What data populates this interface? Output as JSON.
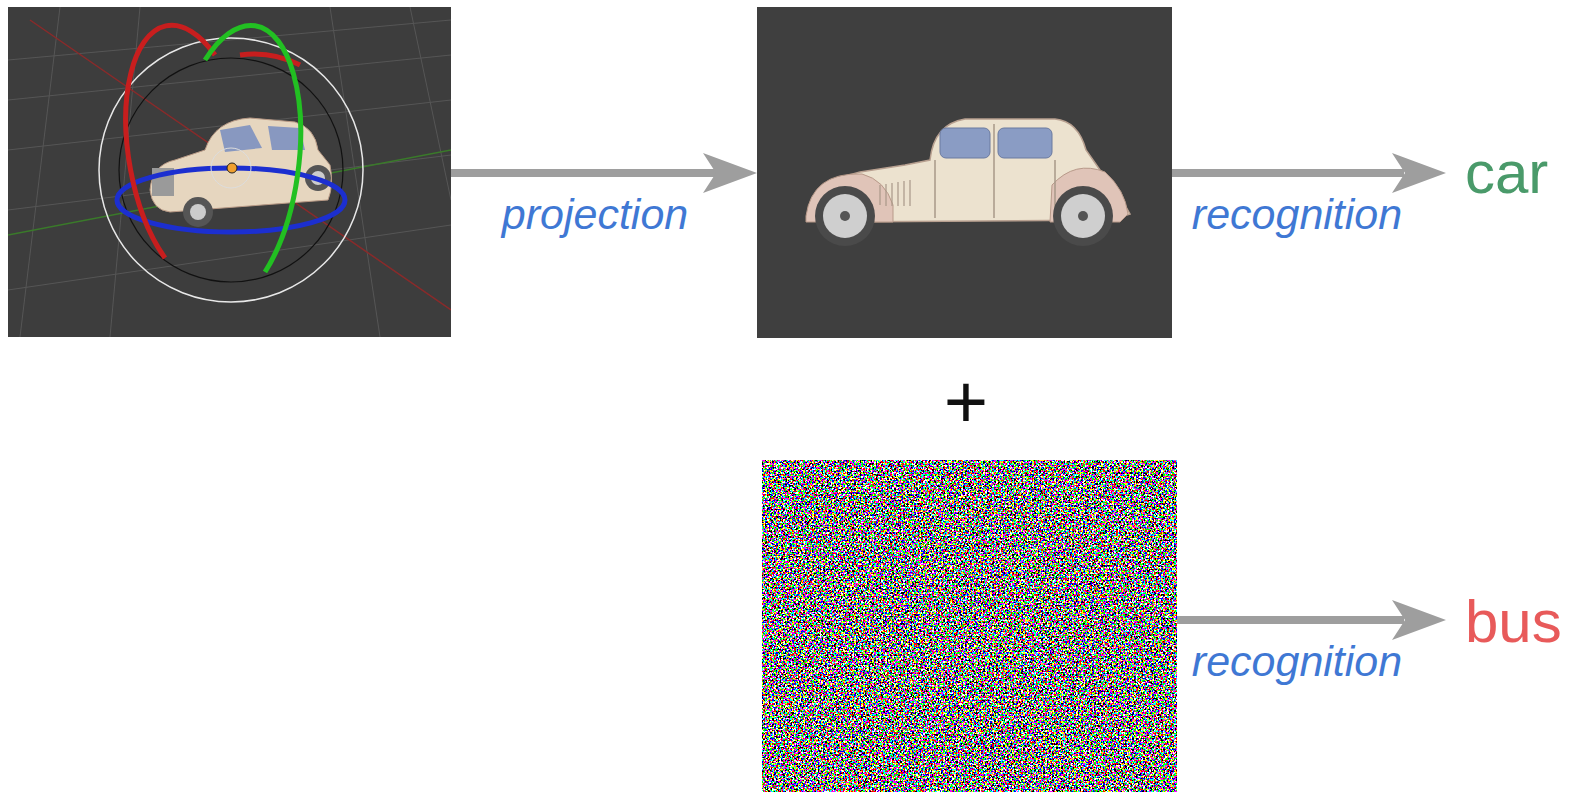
{
  "diagram": {
    "labels": [
      "projection",
      "recognition",
      "car",
      "+",
      "recognition",
      "bus"
    ]
  }
}
